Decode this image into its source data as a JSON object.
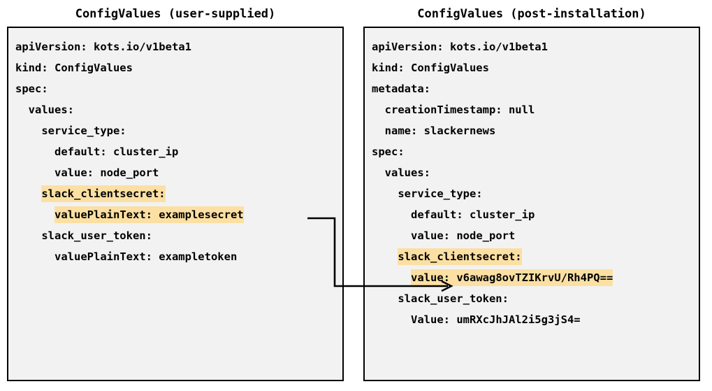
{
  "diagram": {
    "title_left": "ConfigValues (user-supplied)",
    "title_right": "ConfigValues (post-installation)",
    "highlight_color": "#FCE0A3",
    "panel_background": "#F2F2F2",
    "border_color": "#000000",
    "text_color": "#000000",
    "connector": {
      "label": "maps-to-arrow",
      "from": "valuePlainText: examplesecret",
      "to": "value: v6awag8ovTZIKrvU/Rh4PQ=="
    }
  },
  "left_panel": {
    "name": "ConfigValues (user-supplied)",
    "lines": [
      {
        "text": "apiVersion: kots.io/v1beta1",
        "highlight": false
      },
      {
        "text": "kind: ConfigValues",
        "highlight": false
      },
      {
        "text": "spec:",
        "highlight": false
      },
      {
        "text": "  values:",
        "highlight": false
      },
      {
        "text": "    service_type:",
        "highlight": false
      },
      {
        "text": "      default: cluster_ip",
        "highlight": false
      },
      {
        "text": "      value: node_port",
        "highlight": false
      },
      {
        "text": "    slack_clientsecret:",
        "highlight": true
      },
      {
        "text": "      valuePlainText: examplesecret",
        "highlight": true
      },
      {
        "text": "    slack_user_token:",
        "highlight": false
      },
      {
        "text": "      valuePlainText: exampletoken",
        "highlight": false
      }
    ]
  },
  "right_panel": {
    "name": "ConfigValues (post-installation)",
    "lines": [
      {
        "text": "apiVersion: kots.io/v1beta1",
        "highlight": false
      },
      {
        "text": "kind: ConfigValues",
        "highlight": false
      },
      {
        "text": "metadata:",
        "highlight": false
      },
      {
        "text": "  creationTimestamp: null",
        "highlight": false
      },
      {
        "text": "  name: slackernews",
        "highlight": false
      },
      {
        "text": "spec:",
        "highlight": false
      },
      {
        "text": "  values:",
        "highlight": false
      },
      {
        "text": "    service_type:",
        "highlight": false
      },
      {
        "text": "      default: cluster_ip",
        "highlight": false
      },
      {
        "text": "      value: node_port",
        "highlight": false
      },
      {
        "text": "    slack_clientsecret:",
        "highlight": true
      },
      {
        "text": "      value: v6awag8ovTZIKrvU/Rh4PQ==",
        "highlight": true
      },
      {
        "text": "    slack_user_token:",
        "highlight": false
      },
      {
        "text": "      Value: umRXcJhJAl2i5g3jS4=",
        "highlight": false
      }
    ]
  }
}
